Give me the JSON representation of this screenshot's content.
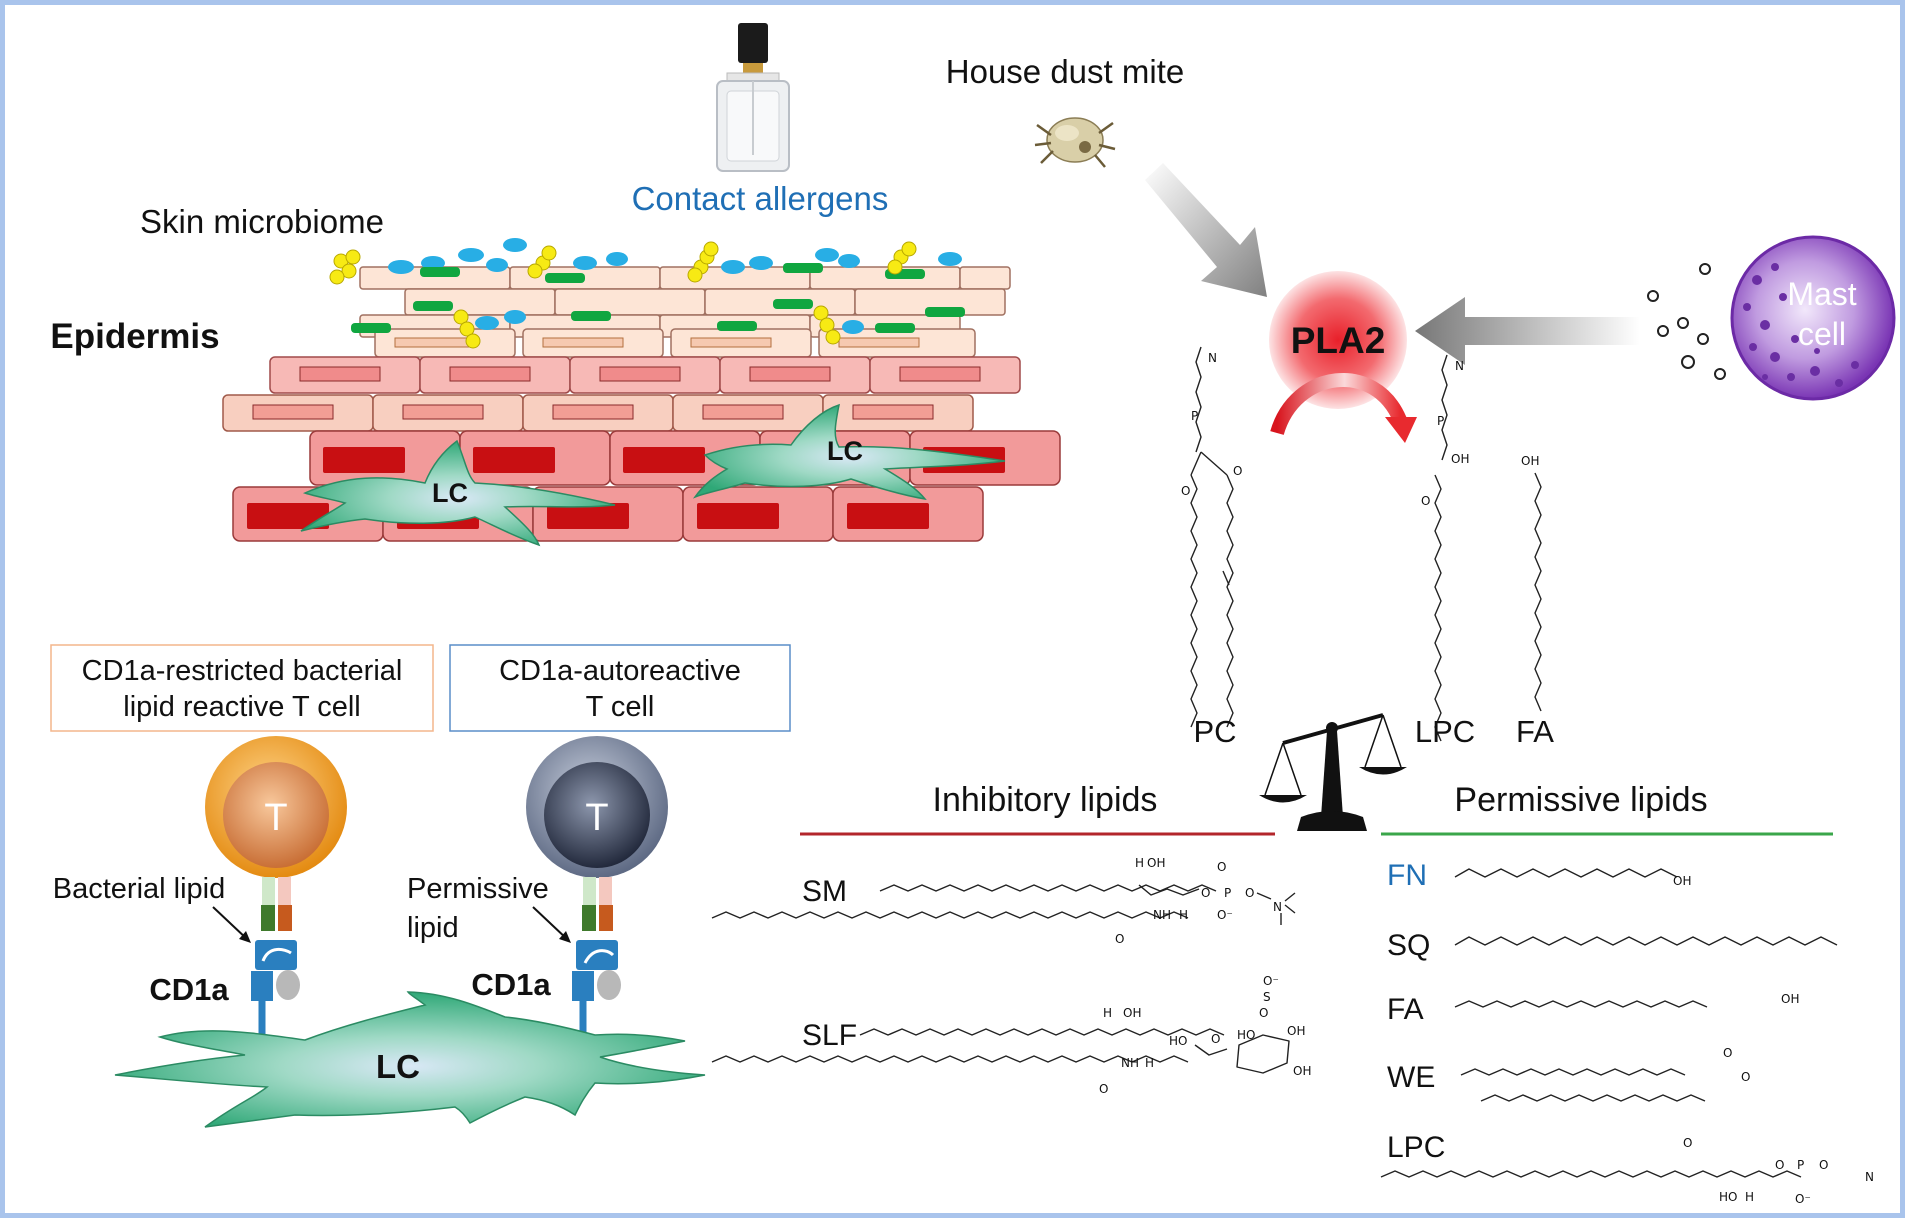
{
  "labels": {
    "contact_allergens": "Contact allergens",
    "house_dust_mite": "House dust mite",
    "skin_microbiome": "Skin microbiome",
    "epidermis": "Epidermis",
    "lc": "LC",
    "pla2": "PLA2",
    "mast_line1": "Mast",
    "mast_line2": "cell",
    "pc": "PC",
    "lpc_top": "LPC",
    "fa_top": "FA",
    "inhibitory_lipids": "Inhibitory lipids",
    "permissive_lipids": "Permissive lipids",
    "box1_line1": "CD1a-restricted bacterial",
    "box1_line2": "lipid reactive T cell",
    "box2_line1": "CD1a-autoreactive",
    "box2_line2": "T cell",
    "t_cell": "T",
    "bacterial_lipid": "Bacterial lipid",
    "permissive_lipid_line1": "Permissive",
    "permissive_lipid_line2": "lipid",
    "cd1a": "CD1a",
    "inhibitory": [
      "SM",
      "SLF"
    ],
    "permissive": [
      "FN",
      "SQ",
      "FA",
      "WE",
      "LPC"
    ],
    "chem": {
      "oh": "OH",
      "nh": "NH",
      "h": "H",
      "o": "O",
      "p": "P",
      "s": "S",
      "n_plus": "N",
      "ho": "HO",
      "o_minus": "O⁻"
    }
  },
  "colors": {
    "border": "#a9c4ec",
    "contact_allergens_text": "#1f6fb5",
    "fn_text": "#1f6fb5",
    "inhibitory_rule": "#b3262b",
    "permissive_rule": "#3aa64a",
    "lc_cell": "#4fc09a",
    "pla2": "#e8202a",
    "mast_cell": "#8e44c4",
    "t_orange": "#e8901c",
    "t_grey": "#55607a"
  }
}
